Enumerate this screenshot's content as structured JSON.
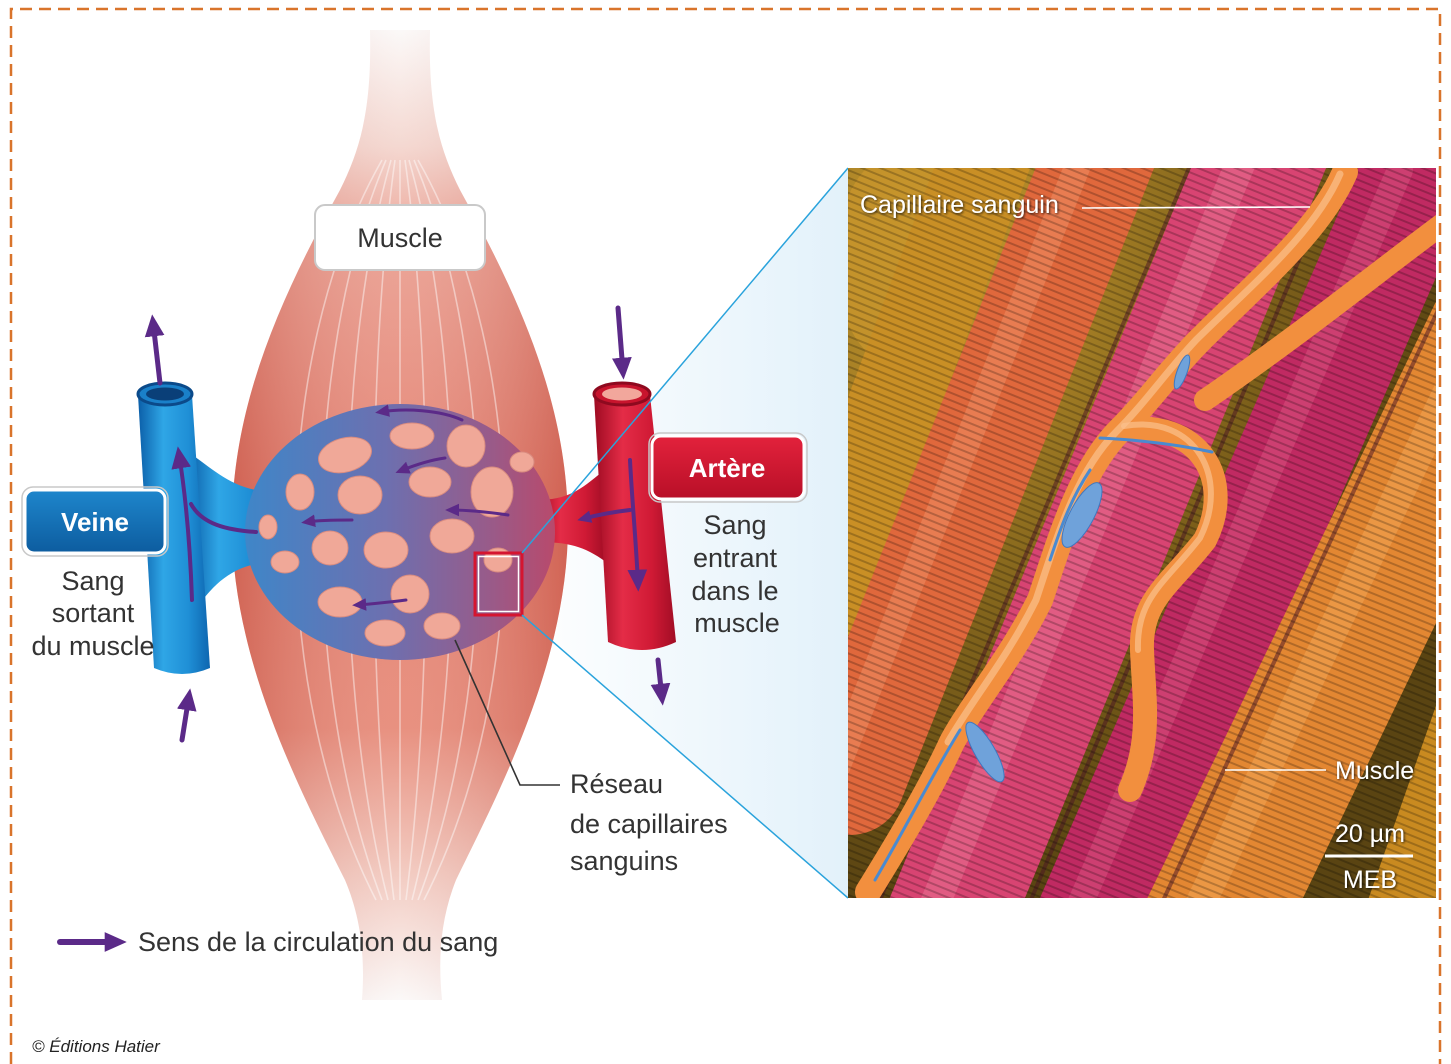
{
  "diagram": {
    "muscle_label": "Muscle",
    "vein": {
      "label": "Veine",
      "caption": [
        "Sang",
        "sortant",
        "du muscle"
      ]
    },
    "artery": {
      "label": "Artère",
      "caption": [
        "Sang",
        "entrant",
        "dans le",
        "muscle"
      ]
    },
    "capillary_network": {
      "caption": [
        "Réseau",
        "de capillaires",
        "sanguins"
      ]
    },
    "micrograph": {
      "capillary_label": "Capillaire sanguin",
      "muscle_label": "Muscle",
      "scale_bar": "20 µm",
      "technique": "MEB"
    },
    "legend": {
      "icon": "flow-arrow-icon",
      "text": "Sens de la circulation du sang"
    },
    "copyright": "© Éditions Hatier"
  },
  "colors": {
    "border": "#d9742b",
    "vein": "#1a86d0",
    "artery": "#d51530",
    "flow": "#5b2a88",
    "zoom": "#2aa3dc",
    "photo-capillary": "#f28f3e",
    "text": "#333333"
  }
}
